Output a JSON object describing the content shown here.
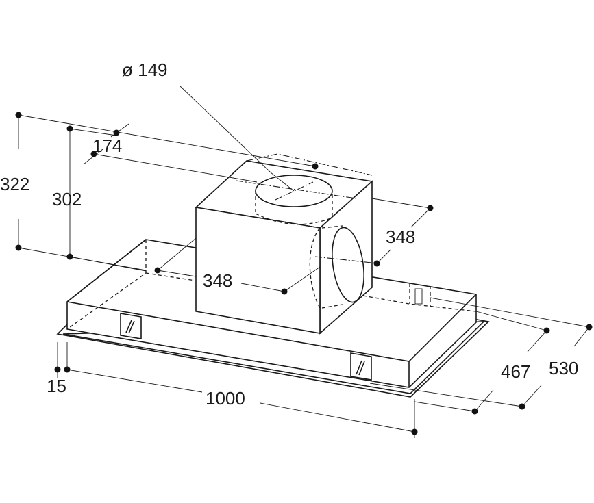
{
  "diagram": {
    "labels": {
      "duct_diameter": "ø 149",
      "height_total": "322",
      "height_body": "302",
      "duct_offset": "174",
      "motor_width": "348",
      "motor_depth": "348",
      "frame_thickness": "15",
      "width": "1000",
      "depth_body": "467",
      "depth_total": "530"
    },
    "colors": {
      "line": "#1a1a1a",
      "background": "#ffffff"
    }
  }
}
